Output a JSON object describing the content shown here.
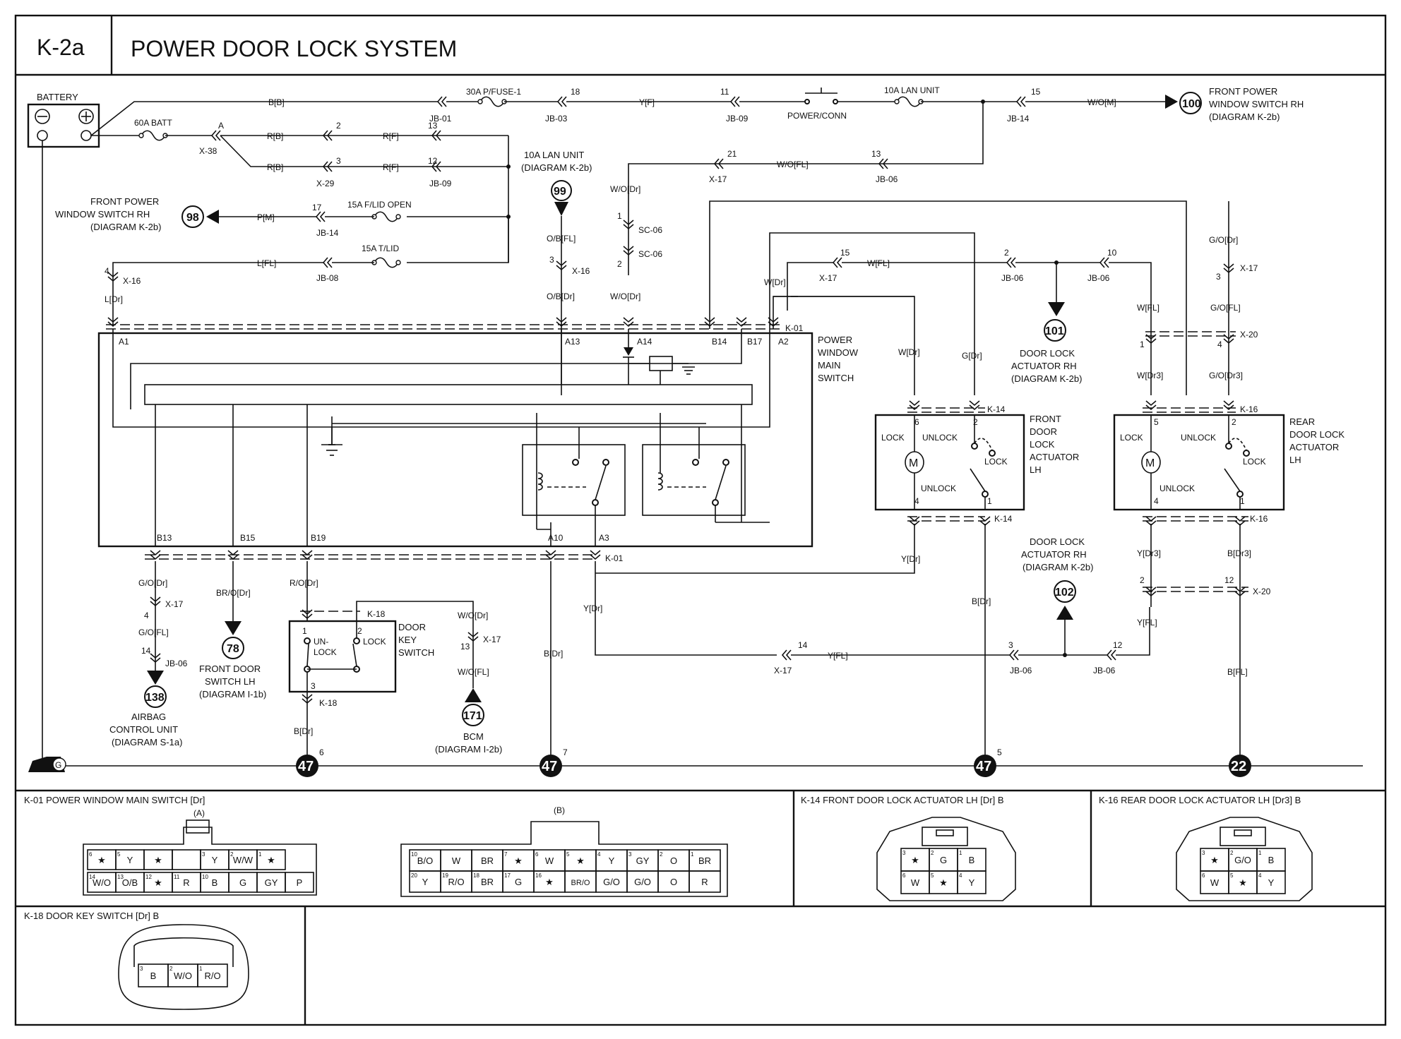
{
  "header": {
    "code": "K-2a",
    "title": "POWER DOOR LOCK SYSTEM"
  },
  "battery": {
    "label": "BATTERY"
  },
  "fuses": [
    {
      "label": "60A BATT"
    },
    {
      "label": "30A P/FUSE-1"
    },
    {
      "label": "10A LAN UNIT"
    },
    {
      "label": "15A F/LID OPEN"
    },
    {
      "label": "15A T/LID"
    }
  ],
  "power_conn": {
    "label": "POWER/CONN"
  },
  "wires": {
    "bb": "B[B]",
    "rb1": "R[B]",
    "rb2": "R[B]",
    "rf1": "R[F]",
    "rf2": "R[F]",
    "yf": "Y[F]",
    "wom": "W/O[M]",
    "wofl": "W/O[FL]",
    "pm": "P[M]",
    "lfl": "L[FL]",
    "ldr": "L[Dr]",
    "wodr_top": "W/O[Dr]",
    "obfl": "O/B[FL]",
    "obdr": "O/B[Dr]",
    "wodr2": "W/O[Dr]",
    "wdr_a2": "W[Dr]",
    "wfl1": "W[FL]",
    "wfl2": "W[FL]",
    "godr": "G/O[Dr]",
    "gofl": "G/O[FL]",
    "wdr_k14": "W[Dr]",
    "gdr": "G[Dr]",
    "wdr3": "W[Dr3]",
    "godr3": "G/O[Dr3]",
    "ydr": "Y[Dr]",
    "bdr_k14": "B[Dr]",
    "ydr3": "Y[Dr3]",
    "bdr3": "B[Dr3]",
    "yfl_rear": "Y[FL]",
    "bfl": "B[FL]",
    "godr_b13": "G/O[Dr]",
    "gofl_b13": "G/O[FL]",
    "brodr": "BR/O[Dr]",
    "rodr": "R/O[Dr]",
    "wodr_bcm": "W/O[Dr]",
    "wofl_bcm": "W/O[FL]",
    "ydr_a3": "Y[Dr]",
    "yfl_mid": "Y[FL]",
    "bdr_a10": "B[Dr]",
    "bdr_key": "B[Dr]"
  },
  "connectors": {
    "x38": "X-38",
    "x38_pin": "A",
    "jb01": "JB-01",
    "jb01_pin": "13",
    "jb03": "JB-03",
    "jb03_pin": "18",
    "jb09a": "JB-09",
    "jb09a_pin": "11",
    "jb14a": "JB-14",
    "jb14a_pin": "15",
    "x29": "X-29",
    "x29_pin2": "2",
    "x29_pin3": "3",
    "jb09b": "JB-09",
    "jb09b_pin": "12",
    "jb14b": "JB-14",
    "jb14b_pin": "17",
    "jb08": "JB-08",
    "x16a": "X-16",
    "x16a_pin": "4",
    "x17a": "X-17",
    "x17a_pin": "21",
    "jb06a": "JB-06",
    "jb06a_pin": "13",
    "sc06a": "SC-06",
    "sc06a_pin": "1",
    "sc06b": "SC-06",
    "sc06b_pin": "2",
    "x16b": "X-16",
    "x16b_pin": "3",
    "k01": "K-01",
    "x17b": "X-17",
    "x17b_pin": "15",
    "jb06b": "JB-06",
    "jb06b_pin": "2",
    "jb06c": "JB-06",
    "jb06c_pin": "10",
    "x17c": "X-17",
    "x17c_pin": "3",
    "x20a": "X-20",
    "x20a_pin1": "1",
    "x20a_pin4": "4",
    "k14a": "K-14",
    "k14b": "K-14",
    "k16a": "K-16",
    "k16b": "K-16",
    "x20b": "X-20",
    "x20b_pin2": "2",
    "x20b_pin12": "12",
    "k01b": "K-01",
    "x17d": "X-17",
    "x17d_pin4": "4",
    "jb06d": "JB-06",
    "jb06d_pin": "14",
    "k18a": "K-18",
    "k18b": "K-18",
    "k18_pin3": "3",
    "x17e": "X-17",
    "x17e_pin": "13",
    "x17f": "X-17",
    "x17f_pin": "14",
    "jb06e": "JB-06",
    "jb06e_pin": "3",
    "jb06f": "JB-06",
    "jb06f_pin": "12"
  },
  "pins": {
    "a1": "A1",
    "a13": "A13",
    "a14": "A14",
    "b14": "B14",
    "b17": "B17",
    "a2": "A2",
    "b13": "B13",
    "b15": "B15",
    "b19": "B19",
    "a10": "A10",
    "a3": "A3",
    "fd_6": "6",
    "fd_2": "2",
    "fd_4": "4",
    "fd_1": "1",
    "rd_5": "5",
    "rd_2": "2",
    "rd_4": "4",
    "rd_1": "1",
    "dk_1": "1",
    "dk_2": "2"
  },
  "components": {
    "pwms": "POWER WINDOW MAIN SWITCH",
    "front_actuator": "FRONT DOOR LOCK ACTUATOR LH",
    "rear_actuator": "REAR DOOR LOCK ACTUATOR LH",
    "door_key_switch": "DOOR KEY SWITCH",
    "lock": "LOCK",
    "unlock": "UNLOCK",
    "motor": "M",
    "un": "UN-",
    "lck": "LOCK"
  },
  "refs": {
    "r100": {
      "num": "100",
      "lines": [
        "FRONT POWER",
        "WINDOW SWITCH RH",
        "(DIAGRAM K-2b)"
      ]
    },
    "r98": {
      "num": "98",
      "lines": [
        "FRONT POWER",
        "WINDOW SWITCH RH",
        "(DIAGRAM K-2b)"
      ]
    },
    "r99": {
      "num": "99",
      "lines": [
        "10A LAN UNIT",
        "(DIAGRAM K-2b)"
      ]
    },
    "r101": {
      "num": "101",
      "lines": [
        "DOOR LOCK",
        "ACTUATOR RH",
        "(DIAGRAM K-2b)"
      ]
    },
    "r102": {
      "num": "102",
      "lines": [
        "DOOR LOCK",
        "ACTUATOR RH",
        "(DIAGRAM K-2b)"
      ]
    },
    "r78": {
      "num": "78",
      "lines": [
        "FRONT DOOR",
        "SWITCH LH",
        "(DIAGRAM I-1b)"
      ]
    },
    "r138": {
      "num": "138",
      "lines": [
        "AIRBAG",
        "CONTROL UNIT",
        "(DIAGRAM S-1a)"
      ]
    },
    "r171": {
      "num": "171",
      "lines": [
        "BCM",
        "(DIAGRAM I-2b)"
      ]
    }
  },
  "grounds": [
    {
      "num": "47",
      "sub": "6"
    },
    {
      "num": "47",
      "sub": "7"
    },
    {
      "num": "47",
      "sub": "5"
    },
    {
      "num": "22",
      "sub": ""
    }
  ],
  "chassis_ground": "G",
  "panels": {
    "k01": {
      "title": "K-01 POWER WINDOW MAIN SWITCH [Dr]",
      "a_label": "(A)",
      "b_label": "(B)",
      "a_row1": [
        "★",
        "Y",
        "★",
        "",
        "Y",
        "W/W",
        "★"
      ],
      "a_row1_nums": [
        "6",
        "5",
        "",
        "",
        "3",
        "2",
        "1"
      ],
      "a_row2": [
        "W/O",
        "O/B",
        "★",
        "R",
        "B",
        "G",
        "GY",
        "P"
      ],
      "a_row2_nums": [
        "14",
        "13",
        "12",
        "11",
        "10",
        "",
        "",
        ""
      ],
      "b_row1": [
        "B/O",
        "W",
        "BR",
        "★",
        "W",
        "★",
        "Y",
        "GY",
        "O",
        "BR"
      ],
      "b_row1_nums": [
        "10",
        "",
        "",
        "7",
        "6",
        "5",
        "4",
        "3",
        "2",
        "1"
      ],
      "b_row2": [
        "Y",
        "R/O",
        "BR",
        "G",
        "★",
        "BR/O",
        "G/O",
        "G/O",
        "O",
        "R"
      ],
      "b_row2_nums": [
        "20",
        "19",
        "18",
        "17",
        "16",
        "",
        "",
        "",
        "",
        ""
      ]
    },
    "k14": {
      "title": "K-14 FRONT DOOR LOCK ACTUATOR LH [Dr] B",
      "row1": [
        "★",
        "G",
        "B"
      ],
      "row1_nums": [
        "3",
        "2",
        "1"
      ],
      "row2": [
        "W",
        "★",
        "Y"
      ],
      "row2_nums": [
        "6",
        "5",
        "4"
      ]
    },
    "k16": {
      "title": "K-16 REAR DOOR LOCK ACTUATOR LH [Dr3] B",
      "row1": [
        "★",
        "G/O",
        "B"
      ],
      "row1_nums": [
        "3",
        "2",
        "1"
      ],
      "row2": [
        "W",
        "★",
        "Y"
      ],
      "row2_nums": [
        "6",
        "5",
        "4"
      ]
    },
    "k18": {
      "title": "K-18 DOOR KEY SWITCH [Dr] B",
      "row": [
        "B",
        "W/O",
        "R/O"
      ],
      "row_nums": [
        "3",
        "2",
        "1"
      ]
    }
  }
}
